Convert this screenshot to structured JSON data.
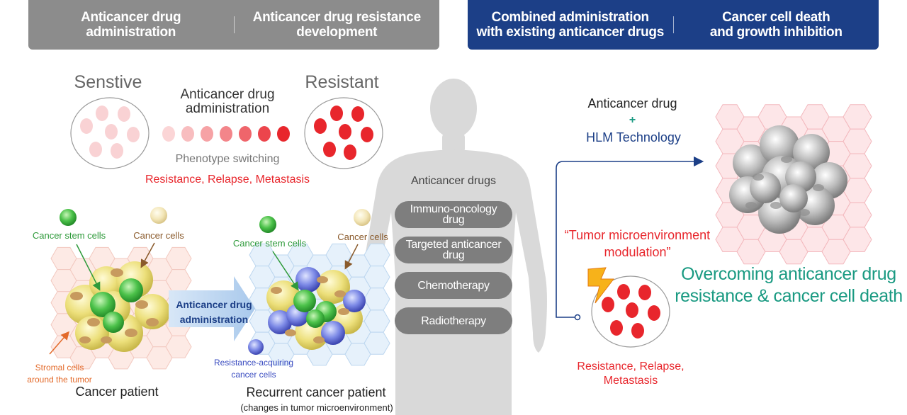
{
  "banners": {
    "left": [
      "Anticancer drug\nadministration",
      "Anticancer drug resistance\ndevelopment"
    ],
    "right": [
      "Combined administration\nwith existing anticancer drugs",
      "Cancer cell death\nand growth inhibition"
    ]
  },
  "switching": {
    "sensitive_label": "Senstive",
    "resistant_label": "Resistant",
    "admin_label": "Anticancer drug\nadministration",
    "phenotype_label": "Phenotype switching",
    "outcome_label": "Resistance, Relapse, Metastasis"
  },
  "patient": {
    "stem_label": "Cancer stem cells",
    "cells_label": "Cancer cells",
    "stromal_label": "Stromal cells\naround the tumor",
    "caption": "Cancer patient",
    "arrow_label": "Anticancer drug\nadministration"
  },
  "recurrent": {
    "stem_label": "Cancer stem cells",
    "cells_label": "Cancer cells",
    "resistant_label": "Resistance-acquiring\ncancer cells",
    "caption": "Recurrent cancer patient",
    "subcaption": "(changes in tumor microenvironment)"
  },
  "drugs": {
    "heading": "Anticancer drugs",
    "items": [
      "Immuno-oncology\ndrug",
      "Targeted anticancer\ndrug",
      "Chemotherapy",
      "Radiotherapy"
    ]
  },
  "combo": {
    "drug_label": "Anticancer drug",
    "plus": "+",
    "tech_label": "HLM Technology",
    "tme_label": "“Tumor microenvironment\nmodulation”",
    "overcome_label": "Overcoming anticancer drug\nresistance & cancer cell death",
    "outcome_label": "Resistance, Relapse,\nMetastasis"
  },
  "colors": {
    "gray_banner": "#8c8c8c",
    "blue_banner": "#1c3f87",
    "red": "#e8262c",
    "teal": "#1a9a82",
    "navy": "#1c3f87"
  }
}
